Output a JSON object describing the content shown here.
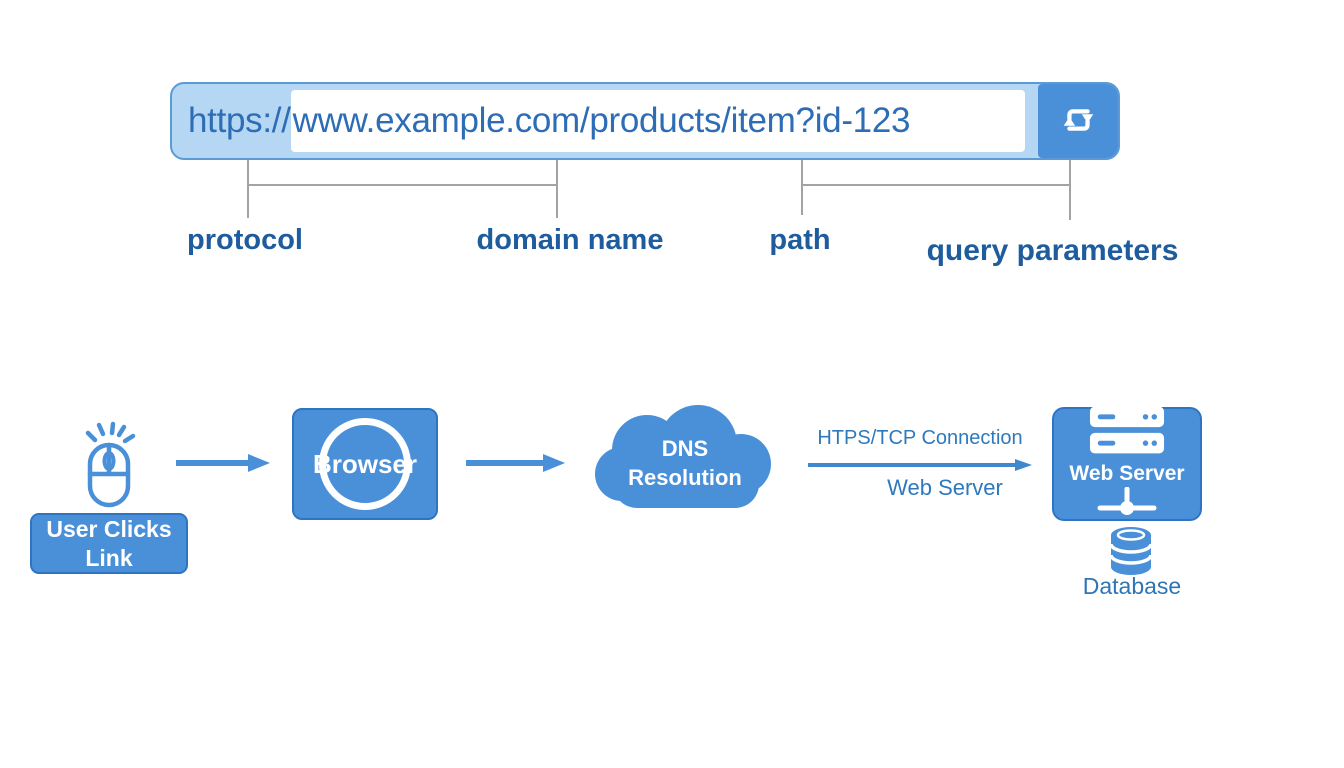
{
  "url_bar": {
    "protocol": "https://",
    "rest": "www.example.com/products/item?id-123"
  },
  "segments": {
    "protocol": "protocol",
    "domain": "domain name",
    "path": "path",
    "query": "query parameters"
  },
  "flow": {
    "user_label": "User Clicks Link",
    "browser_label": "Browser",
    "dns_line1": "DNS",
    "dns_line2": "Resolution",
    "connection_label": "HTPS/TCP Connection",
    "connection_sublabel": "Web Server",
    "server_label": "Web Server",
    "database_label": "Database"
  },
  "icons": {
    "reload": "repeat-icon",
    "mouse": "mouse-click-icon",
    "cloud": "cloud-icon",
    "server": "server-rack-icon",
    "network": "network-node-icon",
    "database": "database-cylinder-icon"
  },
  "colors": {
    "accent_blue": "#4a90d9",
    "box_border": "#2f74c0",
    "bar_fill": "#b5d7f3",
    "bar_border": "#5b9bd5",
    "url_text": "#2d6db5",
    "segment_label": "#1e5c9e",
    "medium_blue_text": "#2e79bd",
    "connector_line": "#a3a3a3",
    "background": "#ffffff"
  }
}
